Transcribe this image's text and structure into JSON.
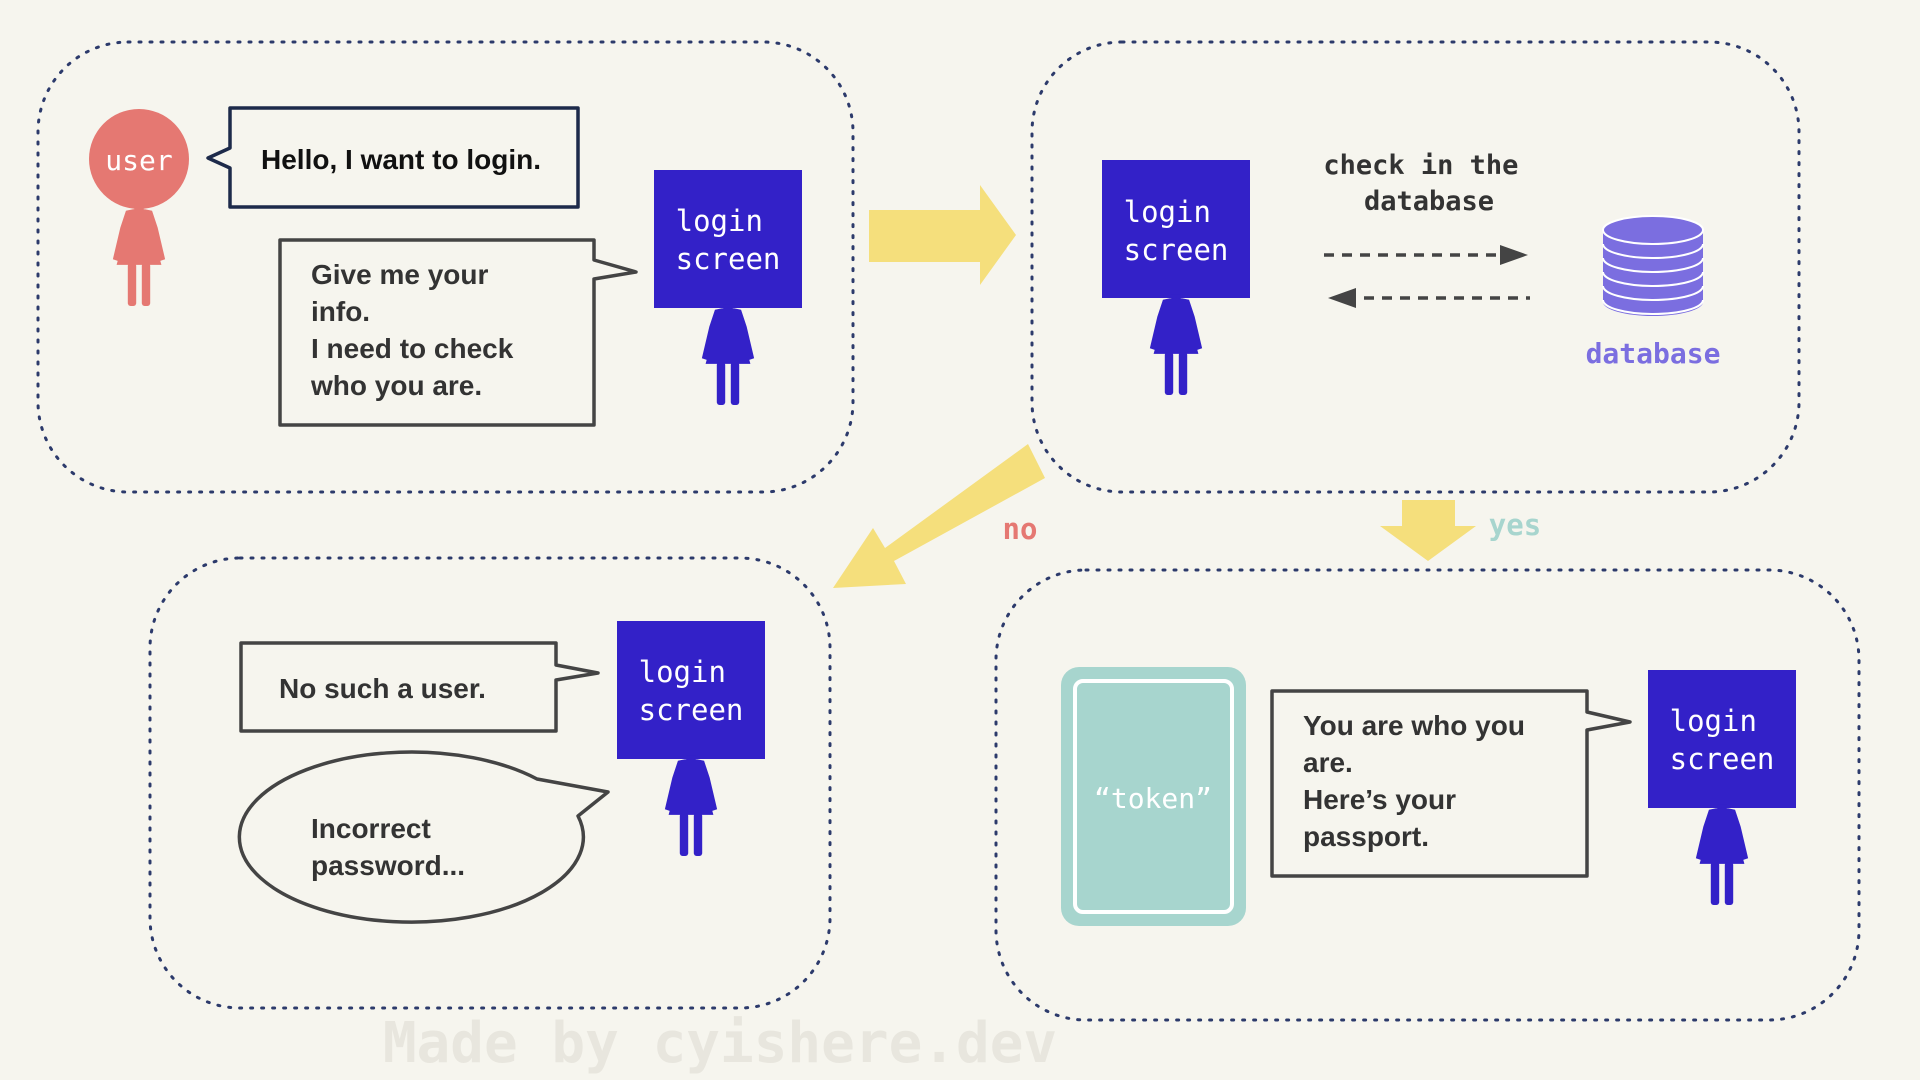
{
  "panels": {
    "request": {
      "user_label": "user",
      "user_message": "Hello, I want to login.",
      "screen_label": [
        "login",
        "screen"
      ],
      "screen_reply": [
        "Give me your",
        "info.",
        "I need to check",
        "who you are."
      ]
    },
    "check": {
      "screen_label": [
        "login",
        "screen"
      ],
      "action_label": [
        "check in the",
        "database"
      ],
      "database_label": "database"
    },
    "failure": {
      "screen_label": [
        "login",
        "screen"
      ],
      "message_1": "No such a user.",
      "message_2": [
        "Incorrect",
        "password..."
      ]
    },
    "success": {
      "token_label": "“token”",
      "screen_label": [
        "login",
        "screen"
      ],
      "screen_reply": [
        "You are who you",
        "are.",
        "Here’s your",
        "passport."
      ]
    }
  },
  "branches": {
    "no": "no",
    "yes": "yes"
  },
  "watermark": "Made by cyishere.dev",
  "colors": {
    "background": "#f6f5ee",
    "user": "#e57872",
    "login_screen": "#3321c8",
    "database": "#7b6ee0",
    "token": "#a7d5ce",
    "token_border": "#a7d5ce",
    "arrow": "#f5df7c",
    "no": "#e57872",
    "yes": "#a7d5ce",
    "dotted_border": "#2c3a6b",
    "text": "#333333"
  }
}
